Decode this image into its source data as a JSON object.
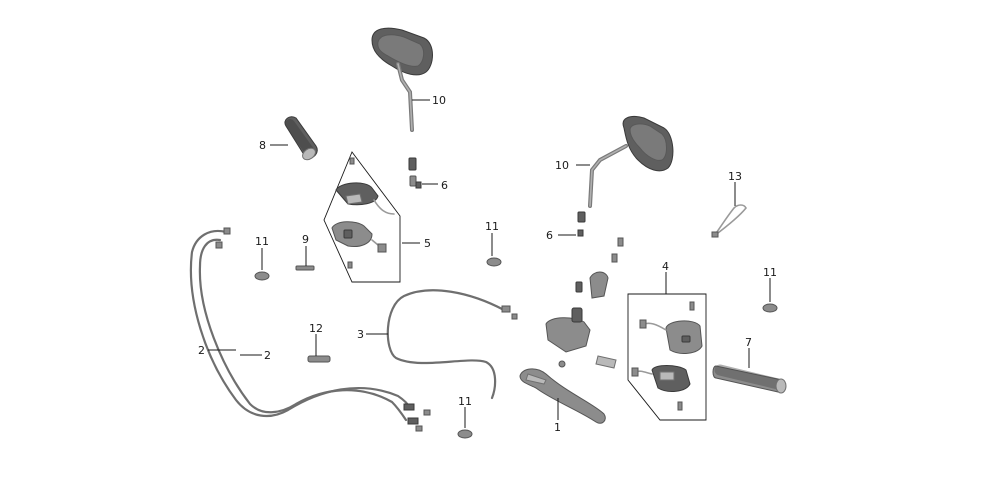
{
  "callouts": {
    "c1": "1",
    "c2a": "2",
    "c2b": "2",
    "c3": "3",
    "c4": "4",
    "c5": "5",
    "c6a": "6",
    "c6b": "6",
    "c7": "7",
    "c8": "8",
    "c9": "9",
    "c10a": "10",
    "c10b": "10",
    "c11a": "11",
    "c11b": "11",
    "c11c": "11",
    "c11d": "11",
    "c12": "12",
    "c13": "13"
  },
  "icons": {
    "mirror": "mirror-icon",
    "grip": "handlebar-grip-icon",
    "switch_housing": "switch-housing-icon",
    "cable": "control-cable-icon",
    "lever": "lever-icon",
    "clip": "cable-clip-icon",
    "cable_tie": "cable-tie-icon"
  },
  "colors": {
    "part_dark": "#5f5f5f",
    "part_mid": "#8c8c8c",
    "part_light": "#b9b9b9",
    "line": "#1a1a1a"
  }
}
